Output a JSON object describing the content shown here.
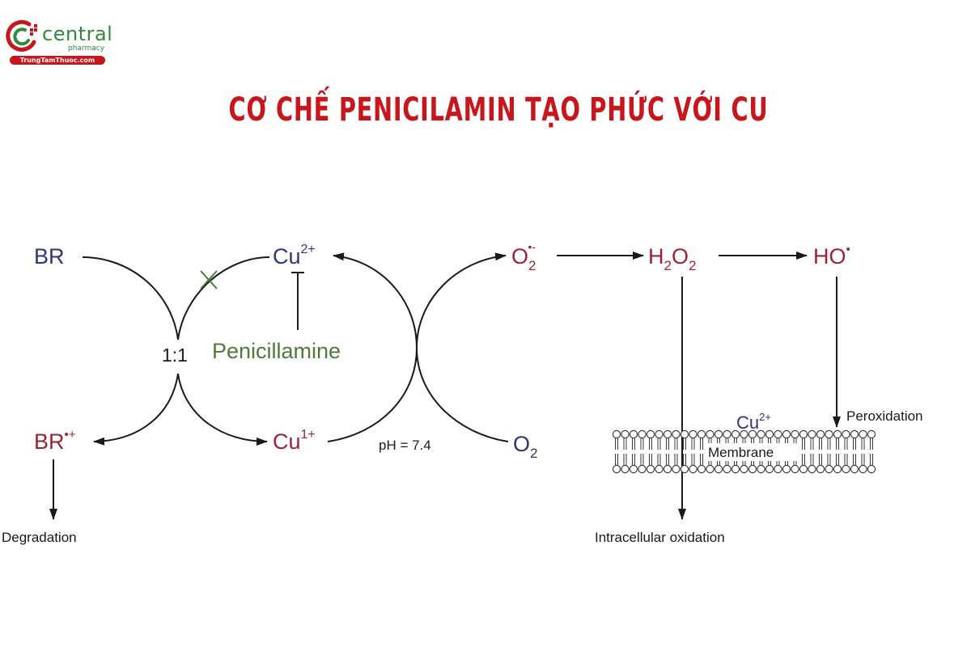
{
  "logo": {
    "brand": "central",
    "sub": "pharmacy",
    "website": "TrungTamThuoc.com",
    "colors": {
      "red": "#c8161d",
      "green": "#2e8b3a"
    }
  },
  "title": "CƠ CHẾ PENICILAMIN TẠO PHỨC VỚI CU",
  "diagram": {
    "br": "BR",
    "br_radical": "BR",
    "br_radical_sup": "•+",
    "cu2": "Cu",
    "cu2_sup": "2+",
    "cu1": "Cu",
    "cu1_sup": "1+",
    "ratio": "1:1",
    "penicillamine": "Penicillamine",
    "ph": "pH = 7.4",
    "o2": "O",
    "o2_sub": "2",
    "superoxide": "O",
    "superoxide_sub": "2",
    "superoxide_sup": "•-",
    "h2o2_a": "H",
    "h2o2_sub1": "2",
    "h2o2_b": "O",
    "h2o2_sub2": "2",
    "hydroxyl": "HO",
    "hydroxyl_sup": "•",
    "degradation": "Degradation",
    "intracellular": "Intracellular oxidation",
    "peroxidation": "Peroxidation",
    "membrane": "Membrane",
    "membrane_cu": "Cu",
    "membrane_cu_sup": "2+",
    "colors": {
      "navy": "#2f3575",
      "darkred": "#9b2335",
      "green": "#4e7a3a",
      "black": "#1a1a1a"
    }
  }
}
